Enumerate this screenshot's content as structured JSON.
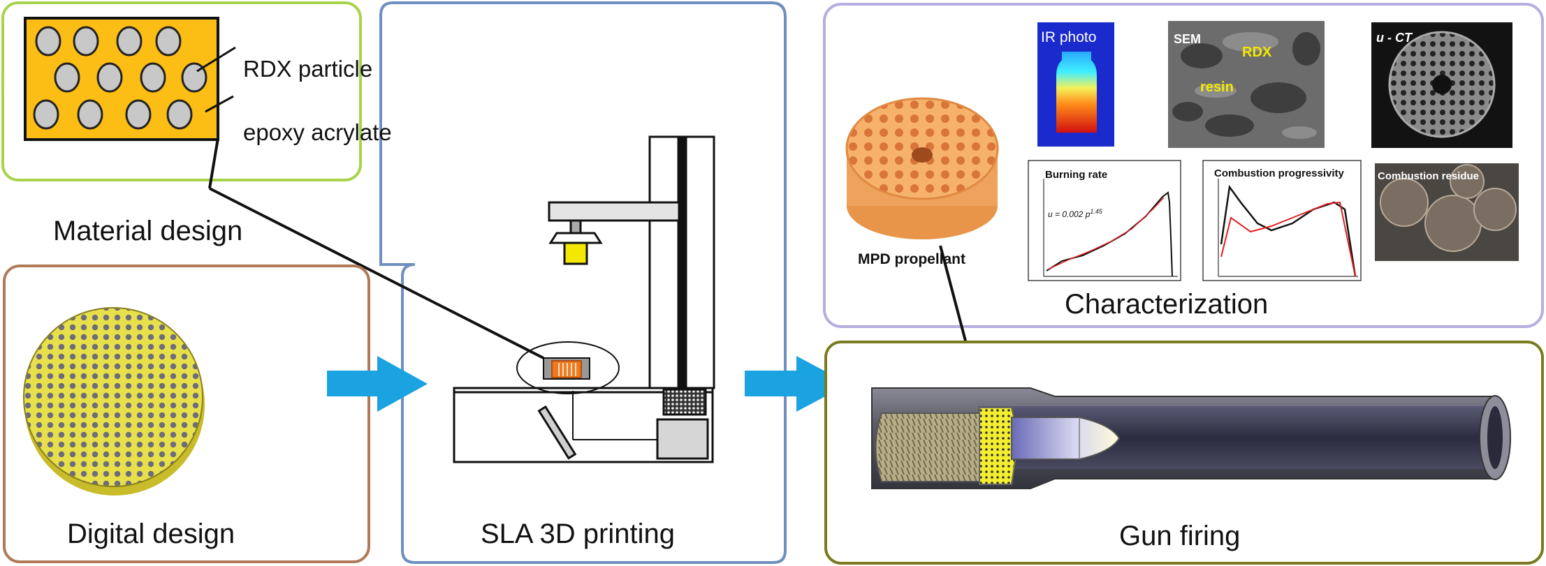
{
  "panels": {
    "material": {
      "title": "Material design",
      "particle_label": "RDX particle",
      "matrix_label": "epoxy acrylate",
      "color": "#a7d34a"
    },
    "digital": {
      "title": "Digital design",
      "color": "#b07a5a"
    },
    "sla": {
      "title": "SLA 3D printing",
      "color": "#6e8fbf"
    },
    "characterization": {
      "title": "Characterization",
      "color": "#b6aee0",
      "propellant_label": "MPD propellant",
      "ir_label": "IR photo",
      "sem_label": "SEM",
      "sem_rdx": "RDX",
      "sem_resin": "resin",
      "ct_label": "u - CT",
      "burning_rate_title": "Burning rate",
      "burning_rate_eq": "u = 0.002 p",
      "burning_rate_exp": "1.45",
      "progressivity_title": "Combustion progressivity",
      "residue_label": "Combustion residue"
    },
    "gun": {
      "title": "Gun firing",
      "color": "#7a7a1e"
    }
  },
  "arrow_color": "#1aa3e0"
}
